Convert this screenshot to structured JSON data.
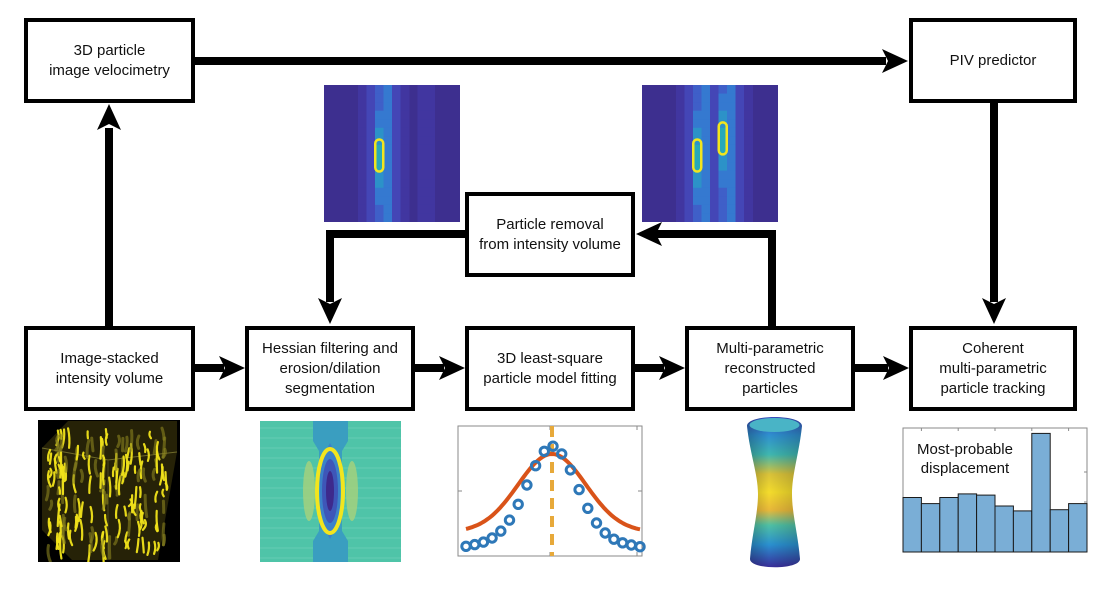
{
  "diagram": {
    "nodes": {
      "piv": {
        "label": "3D particle\nimage velocimetry"
      },
      "piv_predictor": {
        "label": "PIV predictor"
      },
      "image_stacked": {
        "label": "Image-stacked\nintensity volume"
      },
      "hessian": {
        "label": "Hessian filtering and\nerosion/dilation\nsegmentation"
      },
      "lsq": {
        "label": "3D least-square\nparticle model fitting"
      },
      "multi_param": {
        "label": "Multi-parametric\nreconstructed\nparticles"
      },
      "tracking": {
        "label": "Coherent\nmulti-parametric\nparticle tracking"
      },
      "removal": {
        "label": "Particle removal\nfrom intensity volume"
      }
    },
    "edges": [
      {
        "from": "image_stacked",
        "to": "piv"
      },
      {
        "from": "piv",
        "to": "piv_predictor"
      },
      {
        "from": "piv_predictor",
        "to": "tracking"
      },
      {
        "from": "image_stacked",
        "to": "hessian"
      },
      {
        "from": "hessian",
        "to": "lsq"
      },
      {
        "from": "lsq",
        "to": "multi_param"
      },
      {
        "from": "multi_param",
        "to": "tracking"
      },
      {
        "from": "multi_param",
        "to": "removal"
      },
      {
        "from": "removal",
        "to": "hessian"
      }
    ],
    "thumbnails": {
      "intensity_volume": {
        "description": "3D volume of yellow particle streaks"
      },
      "segmentation": {
        "description": "Contour map with yellow segmented ellipse"
      },
      "fit_plot": {
        "description": "Gaussian fit to data points with dashed center line"
      },
      "reconstructed_particle": {
        "description": "Colored hourglass-shaped particle surface"
      },
      "heatmap_after": {
        "description": "Intensity slice after removal, one particle outlined"
      },
      "heatmap_before": {
        "description": "Intensity slice before removal, two particles outlined"
      }
    },
    "histogram": {
      "label": "Most-probable\ndisplacement",
      "bar_color": "#7aaed6",
      "relative_heights": [
        0.45,
        0.4,
        0.45,
        0.48,
        0.47,
        0.38,
        0.34,
        0.98,
        0.35,
        0.4
      ]
    },
    "colors": {
      "line": "#000000",
      "heatmap_bg": "#3d2f8f",
      "highlight": "#f2e51e",
      "fit_curve": "#d95319",
      "data_points": "#2e78b8",
      "center_line": "#e7a93a"
    }
  }
}
